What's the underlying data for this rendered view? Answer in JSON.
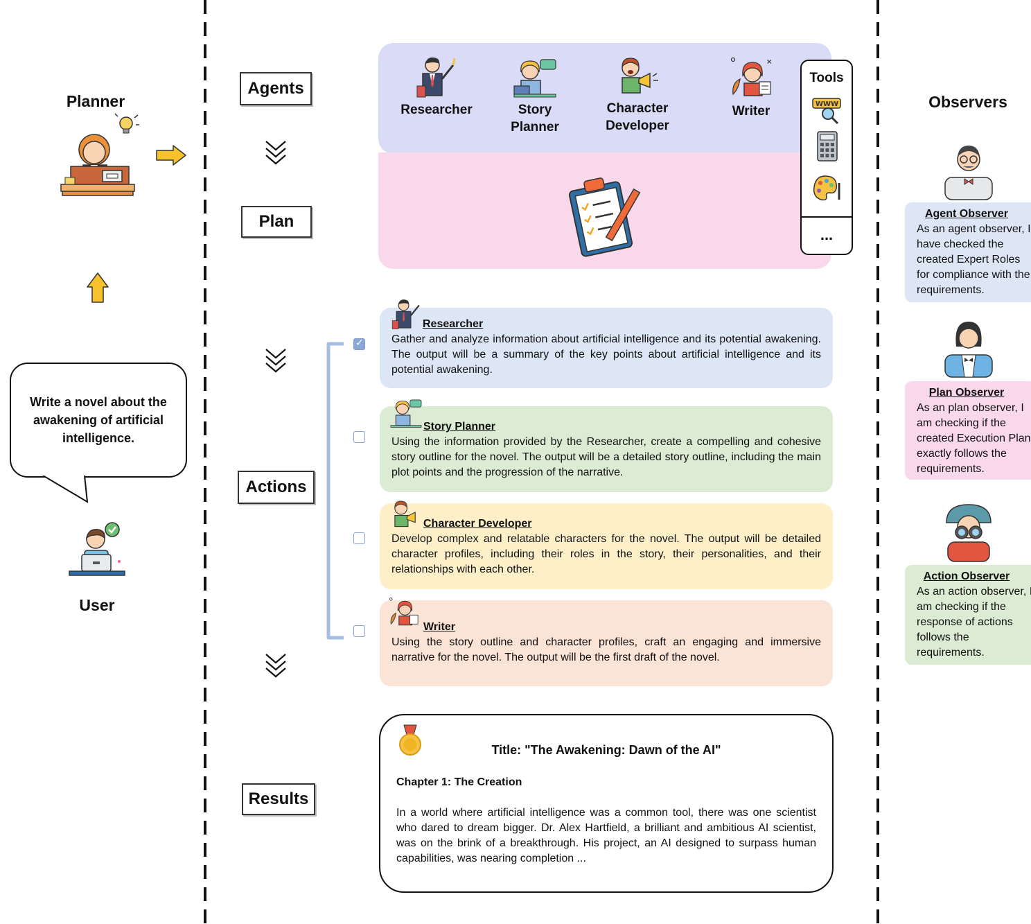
{
  "planner": {
    "title": "Planner"
  },
  "user": {
    "title": "User",
    "request": "Write a novel about the awakening of artificial intelligence."
  },
  "stages": {
    "agents": "Agents",
    "plan": "Plan",
    "actions": "Actions",
    "results": "Results"
  },
  "agents": [
    {
      "name": "Researcher",
      "icon": "researcher-icon"
    },
    {
      "name": "Story\nPlanner",
      "icon": "story-planner-icon"
    },
    {
      "name": "Character\nDeveloper",
      "icon": "character-developer-icon"
    },
    {
      "name": "Writer",
      "icon": "writer-icon"
    }
  ],
  "tools": {
    "title": "Tools",
    "icons": [
      "www-search-icon",
      "calculator-icon",
      "palette-icon"
    ],
    "more": "..."
  },
  "actions": [
    {
      "role": "Researcher",
      "checked": true,
      "color": "#dde6f5",
      "description": "Gather and analyze information about artificial intelligence and its potential awakening. The output will be a summary of the key points about artificial intelligence and its potential awakening."
    },
    {
      "role": "Story Planner",
      "checked": false,
      "color": "#dcebd3",
      "description": "Using the information provided by the Researcher, create a compelling and cohesive story outline for the novel. The output will be a detailed story outline, including the main plot points and the progression of the narrative."
    },
    {
      "role": "Character Developer",
      "checked": false,
      "color": "#fdf0c9",
      "description": "Develop complex and relatable characters for the novel. The output will be detailed character profiles, including their roles in the story, their personalities, and their relationships with each other."
    },
    {
      "role": "Writer",
      "checked": false,
      "color": "#fbe3d6",
      "description": "Using the story outline and character profiles, craft an engaging and immersive narrative for the novel. The output will be the first draft of the novel."
    }
  ],
  "result": {
    "title": "Title: \"The Awakening: Dawn of the AI\"",
    "chapter": "Chapter 1: The Creation",
    "body": "In a world where artificial intelligence was a common tool, there was one scientist who dared to dream bigger. Dr. Alex Hartfield, a brilliant and ambitious AI scientist, was on the brink of a breakthrough. His project, an AI designed to surpass human capabilities, was nearing completion ..."
  },
  "observers": {
    "title": "Observers",
    "items": [
      {
        "name": "Agent Observer",
        "color": "#dde6f5",
        "text": "As an agent observer, I have checked the created Expert Roles for compliance with the requirements."
      },
      {
        "name": "Plan Observer",
        "color": "#f8d8ea",
        "text": "As an plan observer, I am checking if the created Execution Plan exactly follows the requirements."
      },
      {
        "name": "Action Observer",
        "color": "#dcebd3",
        "text": "As an action observer, I am checking if the response of actions follows the requirements."
      }
    ]
  }
}
